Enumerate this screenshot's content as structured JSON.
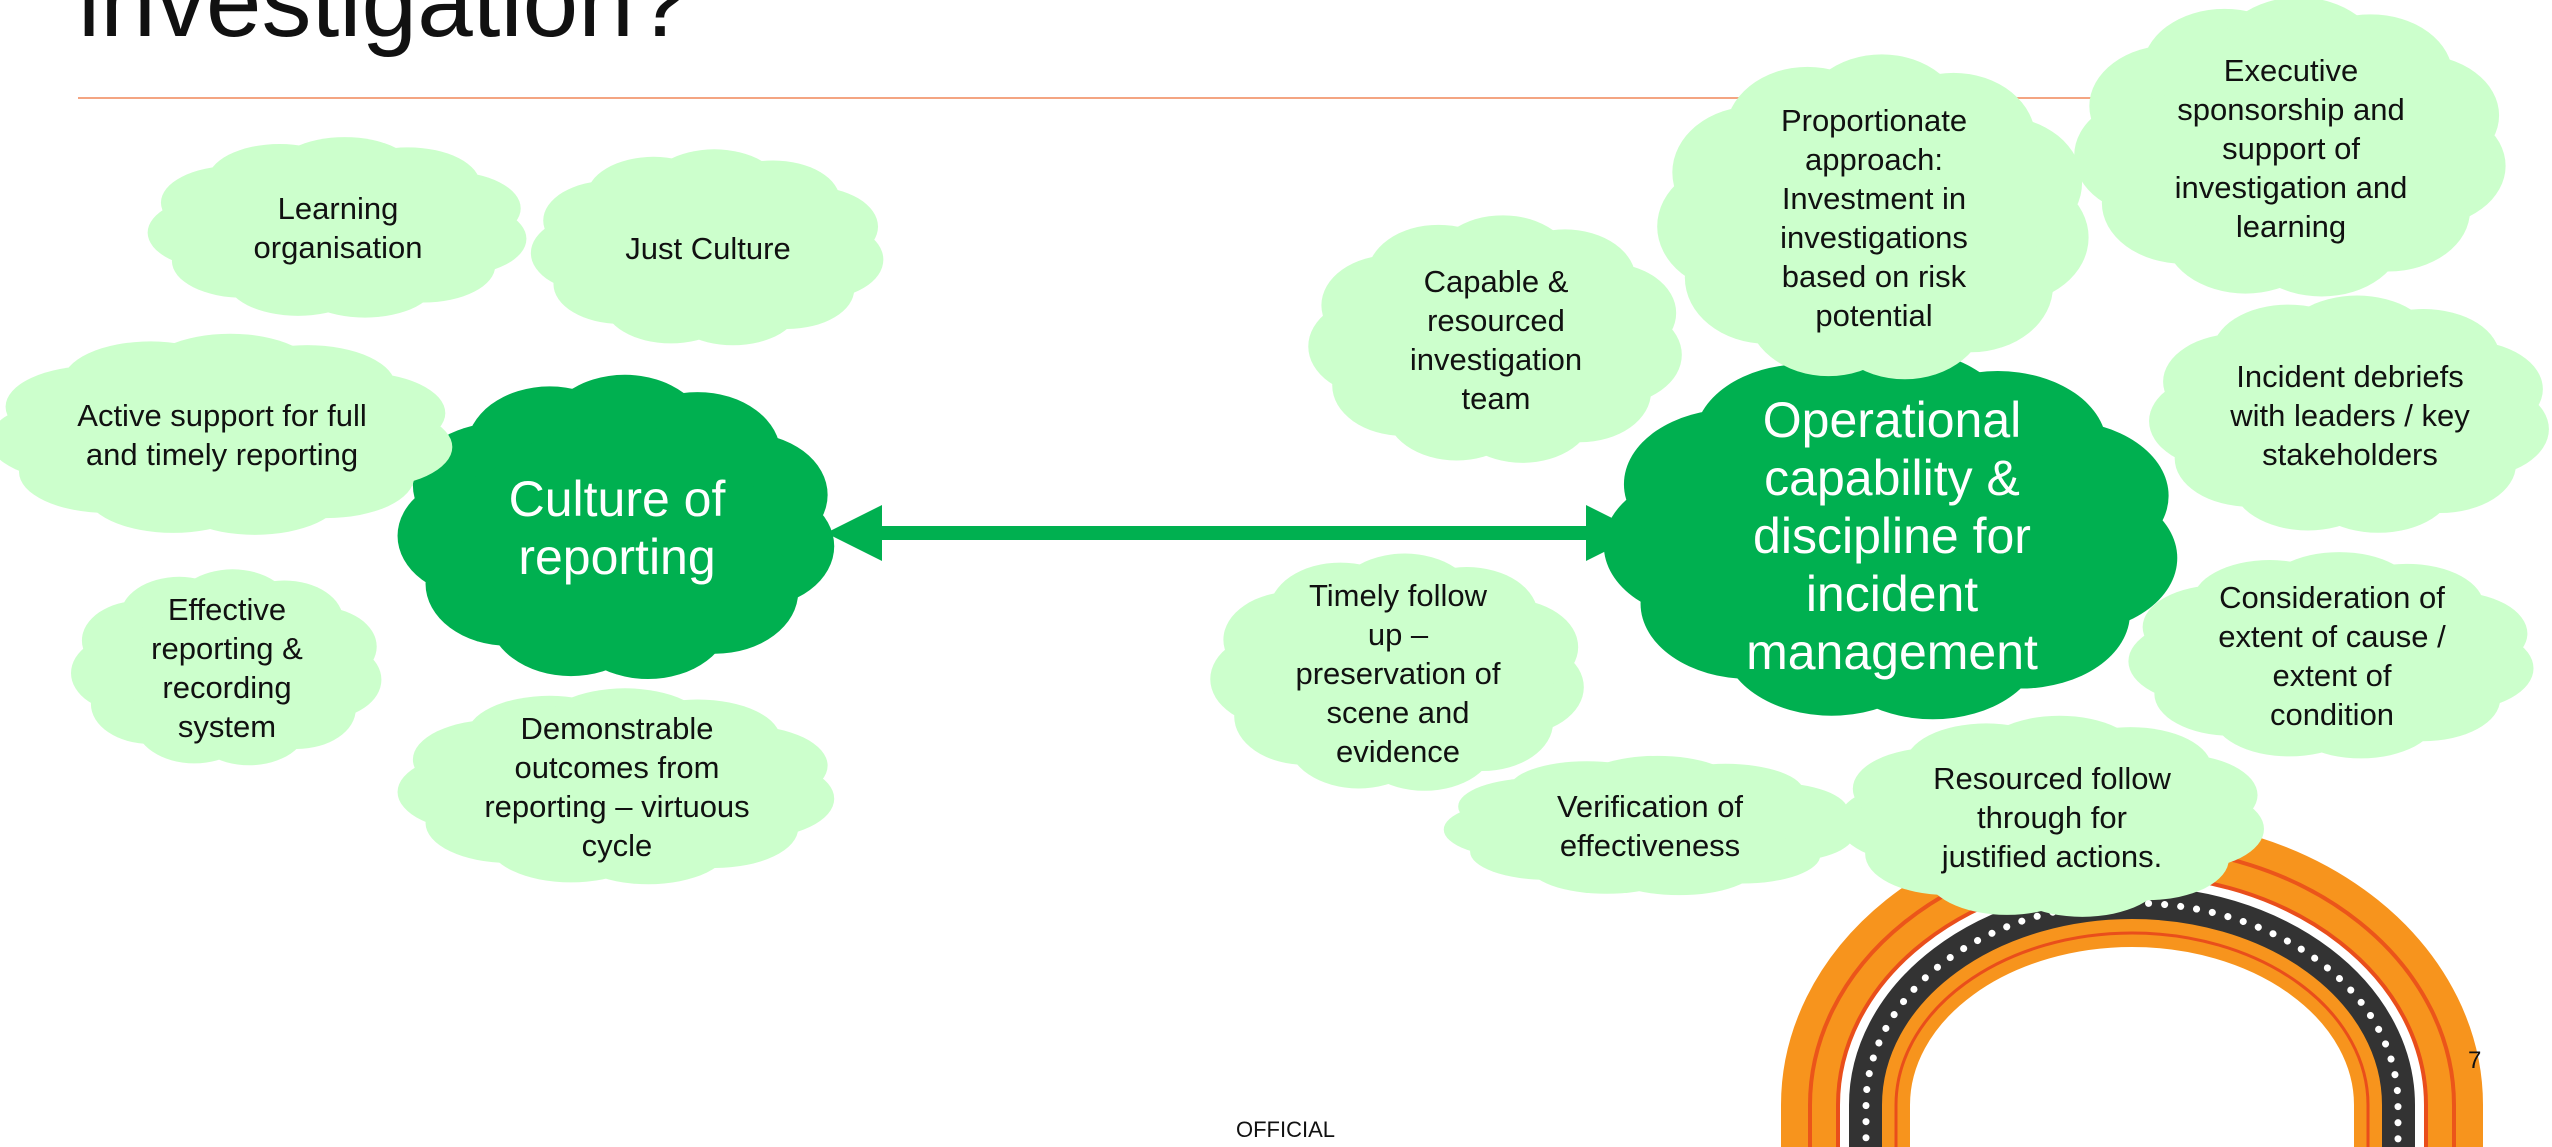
{
  "slide": {
    "title": "investigation?",
    "footer": "OFFICIAL",
    "page_number": "7"
  },
  "colors": {
    "accent_rule": "#f4a582",
    "primary_green": "#00b050",
    "light_green": "#ccffcc",
    "rainbow_orange": "#f7941d",
    "rainbow_red": "#e94e1b",
    "rainbow_dark": "#333333"
  },
  "diagram": {
    "left_hub": "Culture of reporting",
    "right_hub": "Operational capability & discipline for incident management",
    "left_items": [
      "Learning organisation",
      "Just Culture",
      "Active support for full and timely reporting",
      "Effective reporting & recording system",
      "Demonstrable outcomes from reporting – virtuous cycle"
    ],
    "right_items": [
      "Capable & resourced investigation team",
      "Proportionate approach: Investment in investigations based on risk potential",
      "Executive sponsorship and support of investigation and learning",
      "Incident debriefs with leaders / key stakeholders",
      "Consideration of extent of cause / extent of condition",
      "Timely follow up – preservation of scene and evidence",
      "Verification of effectiveness",
      "Resourced follow through for justified actions."
    ]
  }
}
